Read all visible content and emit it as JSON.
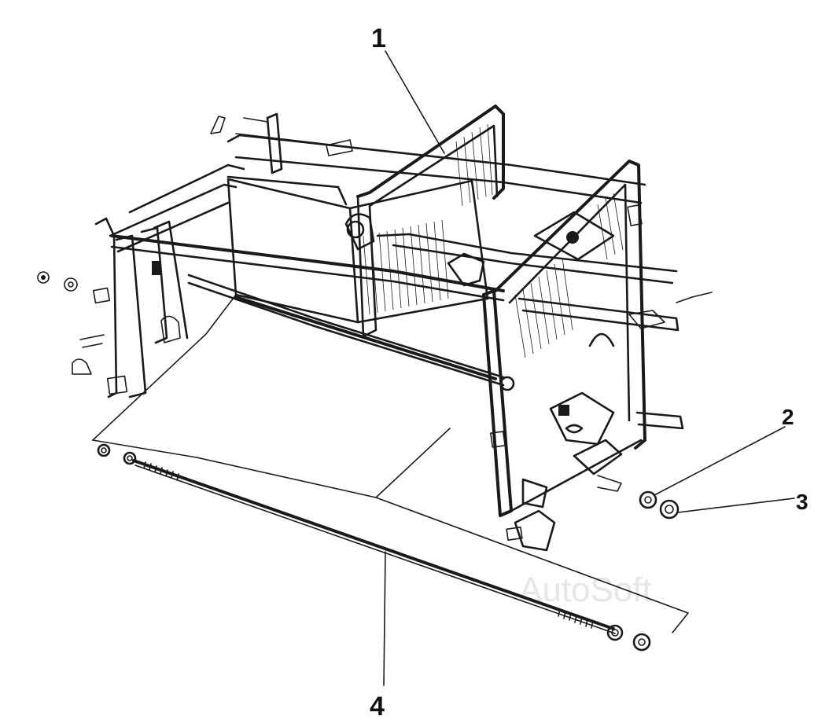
{
  "diagram": {
    "callouts": [
      {
        "id": "1",
        "label": "1"
      },
      {
        "id": "2",
        "label": "2"
      },
      {
        "id": "3",
        "label": "3"
      },
      {
        "id": "4",
        "label": "4"
      }
    ],
    "watermark": "AutoSoft",
    "colors": {
      "ink": "#1a1a1a",
      "paper": "#ffffff",
      "watermark": "#e6e6e6"
    }
  }
}
